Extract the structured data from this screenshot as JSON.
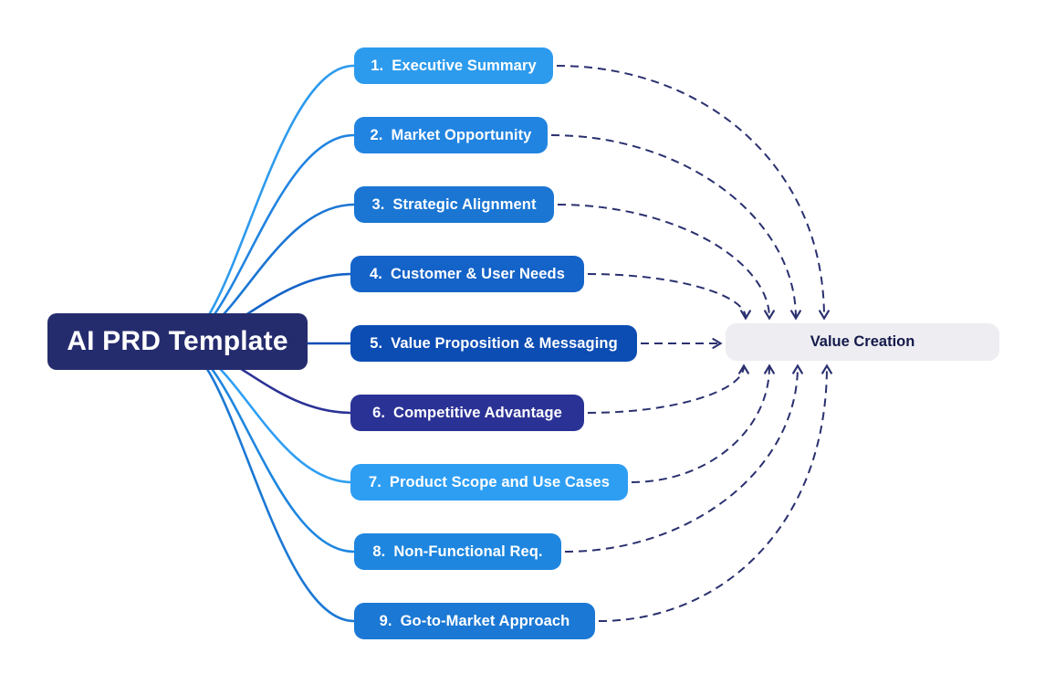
{
  "diagram": {
    "type": "mindmap",
    "background": "#FFFFFF"
  },
  "root": {
    "label": "AI PRD Template",
    "bg": "#252C6E",
    "text_color": "#FFFFFF"
  },
  "sections": [
    {
      "number": "1.",
      "label": "Executive Summary",
      "color": "#2D9BED"
    },
    {
      "number": "2.",
      "label": "Market Opportunity",
      "color": "#2184E1"
    },
    {
      "number": "3.",
      "label": "Strategic Alignment",
      "color": "#1B76D3"
    },
    {
      "number": "4.",
      "label": "Customer & User Needs",
      "color": "#1463C8"
    },
    {
      "number": "5.",
      "label": "Value Proposition & Messaging",
      "color": "#0C4DB4"
    },
    {
      "number": "6.",
      "label": "Competitive Advantage",
      "color": "#2B3295"
    },
    {
      "number": "7.",
      "label": "Product Scope and Use Cases",
      "color": "#2E9EF3"
    },
    {
      "number": "8.",
      "label": "Non-Functional Req.",
      "color": "#1E86DF"
    },
    {
      "number": "9.",
      "label": "Go-to-Market Approach",
      "color": "#1B78D4"
    }
  ],
  "outcome": {
    "label": "Value Creation",
    "bg": "#EDEDF2",
    "text_color": "#151A4A"
  },
  "connector_color": "#2A306F"
}
